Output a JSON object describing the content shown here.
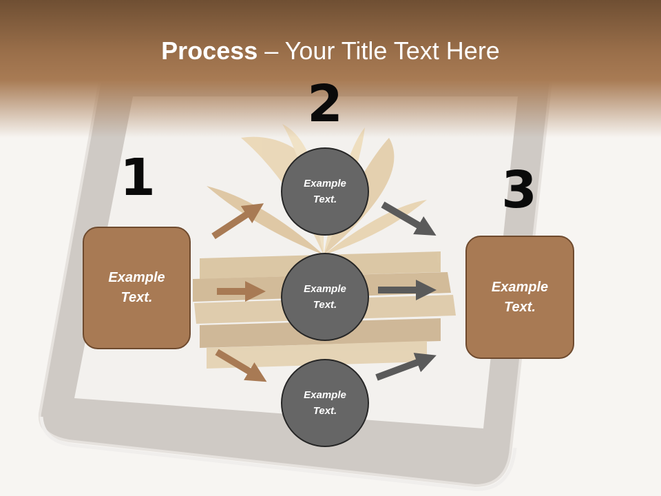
{
  "title": {
    "bold": "Process",
    "rest": " – Your Title Text Here"
  },
  "steps": [
    {
      "number": "1",
      "label": "Example Text."
    },
    {
      "number": "2",
      "labels": [
        "Example Text.",
        "Example Text.",
        "Example Text."
      ]
    },
    {
      "number": "3",
      "label": "Example Text."
    }
  ],
  "colors": {
    "box_fill": "#a87a54",
    "box_border": "#6e4a2e",
    "circle_fill": "#666666",
    "brown_arrow": "#a87a54",
    "gray_arrow": "#5a5a5a",
    "header": "#9a6f4a"
  }
}
